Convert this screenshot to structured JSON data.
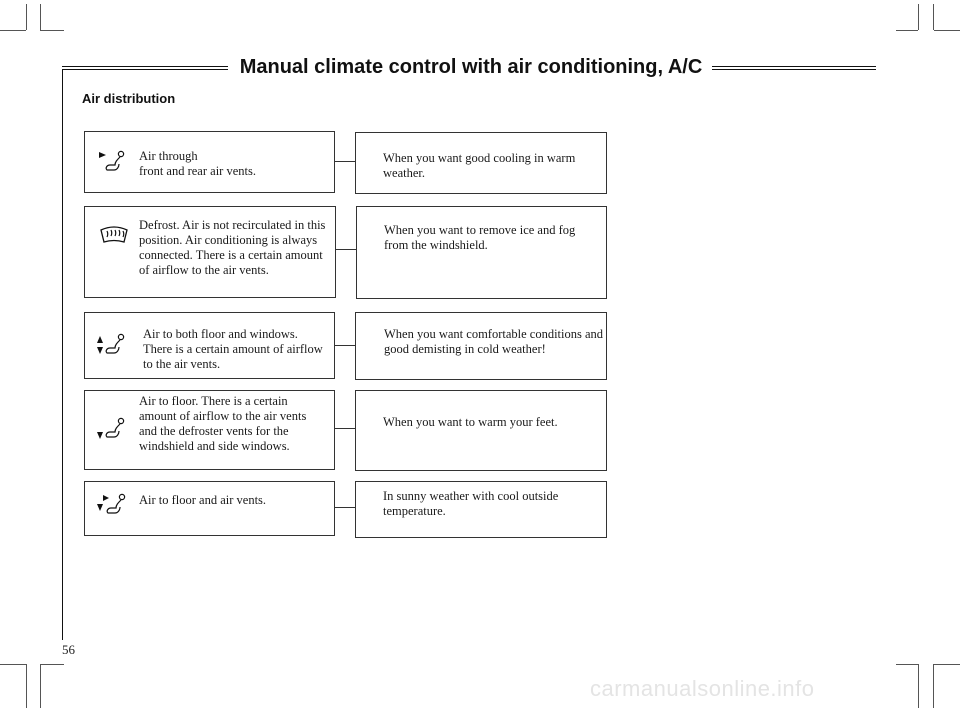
{
  "title": "Manual climate control with air conditioning, A/C",
  "section_heading": "Air distribution",
  "rows": [
    {
      "icon": "airflow-vents-icon",
      "mode_text": "Air through\nfront and rear air vents.",
      "usage_text": "When you want good cooling in warm weather."
    },
    {
      "icon": "windshield-defrost-icon",
      "mode_text": "Defrost. Air is not recirculated in this position. Air conditioning is always connected. There is a certain amount of airflow to the air vents.",
      "usage_text": "When you want to remove ice and fog from the windshield."
    },
    {
      "icon": "airflow-floor-windows-icon",
      "mode_text": "Air to both floor and windows. There is a certain amount of airflow to the air vents.",
      "usage_text": "When you want comfortable conditions and good demisting in cold weather!"
    },
    {
      "icon": "airflow-floor-icon",
      "mode_text": "Air to floor. There is a certain amount of airflow to the air vents and the defroster vents for the windshield and side windows.",
      "usage_text": "When you want to warm your feet."
    },
    {
      "icon": "airflow-floor-vents-icon",
      "mode_text": "Air to floor and air vents.",
      "usage_text": "In sunny weather with cool outside temperature."
    }
  ],
  "page_number": "56",
  "watermark": "carmanualsonline.info"
}
